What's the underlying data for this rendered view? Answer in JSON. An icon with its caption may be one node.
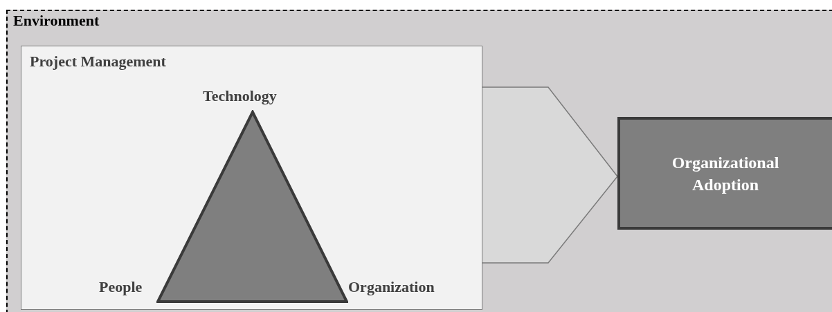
{
  "diagram": {
    "nodes": [
      {
        "text": [
          "Environment"
        ]
      },
      {
        "text": [
          "Project Management"
        ],
        "in": 0
      },
      {
        "text": [],
        "shape": "triangle",
        "in": 1,
        "beside": [
          "Technology",
          "People",
          "Organization"
        ]
      },
      {
        "text": [
          "Organizational Adoption"
        ],
        "in": 0
      }
    ],
    "edges": [
      {
        "from": 1,
        "to": 3,
        "arrow": "to"
      }
    ]
  }
}
